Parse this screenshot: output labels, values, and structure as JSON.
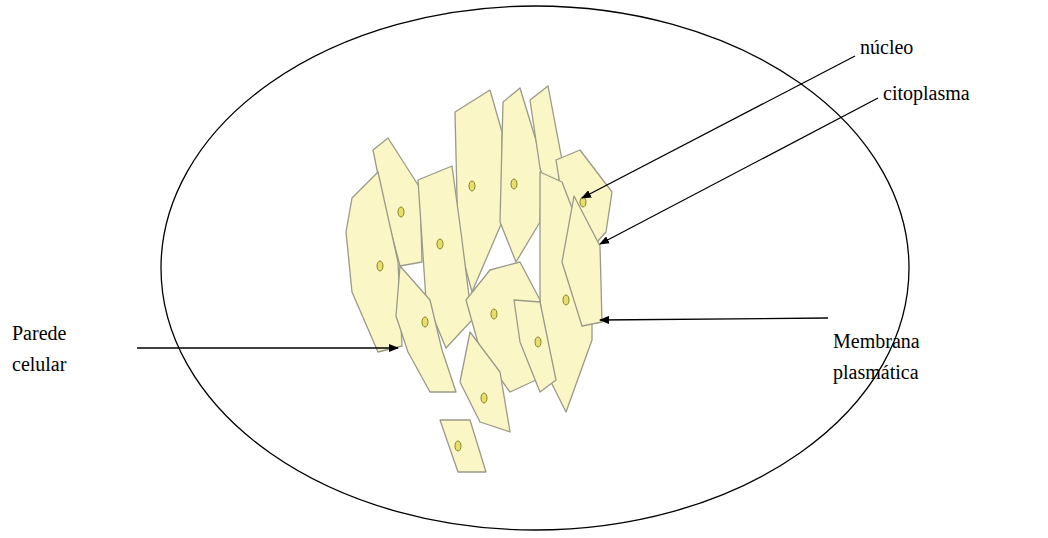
{
  "diagram": {
    "labels": [
      "núcleo",
      "citoplasma",
      "Parede celular",
      "Membrana plasmática"
    ]
  }
}
